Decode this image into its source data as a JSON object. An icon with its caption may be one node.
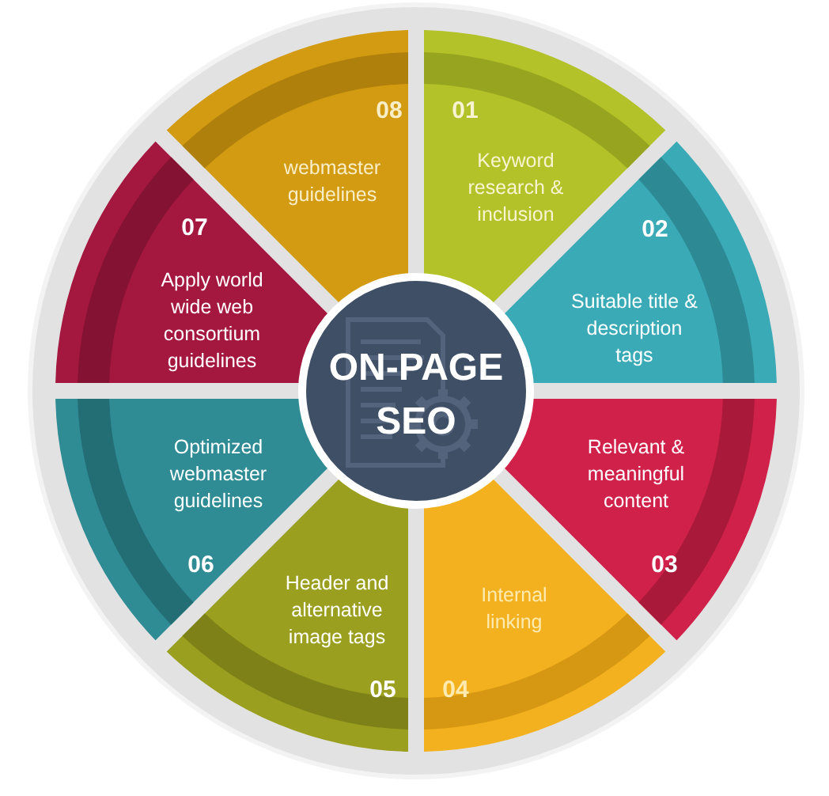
{
  "diagram": {
    "nodes": [
      {
        "text": [
          "ON-PAGE SEO"
        ]
      },
      {
        "text": [
          "01",
          "Keyword research & inclusion"
        ]
      },
      {
        "text": [
          "02",
          "Suitable title & description tags"
        ]
      },
      {
        "text": [
          "Relevant & meaningful content",
          "03"
        ]
      },
      {
        "text": [
          "Internal linking",
          "04"
        ]
      },
      {
        "text": [
          "Header and alternative image tags",
          "05"
        ]
      },
      {
        "text": [
          "Optimized webmaster guidelines",
          "06"
        ]
      },
      {
        "text": [
          "07",
          "Apply world wide web consortium guidelines"
        ]
      },
      {
        "text": [
          "08",
          "webmaster guidelines"
        ]
      }
    ]
  }
}
